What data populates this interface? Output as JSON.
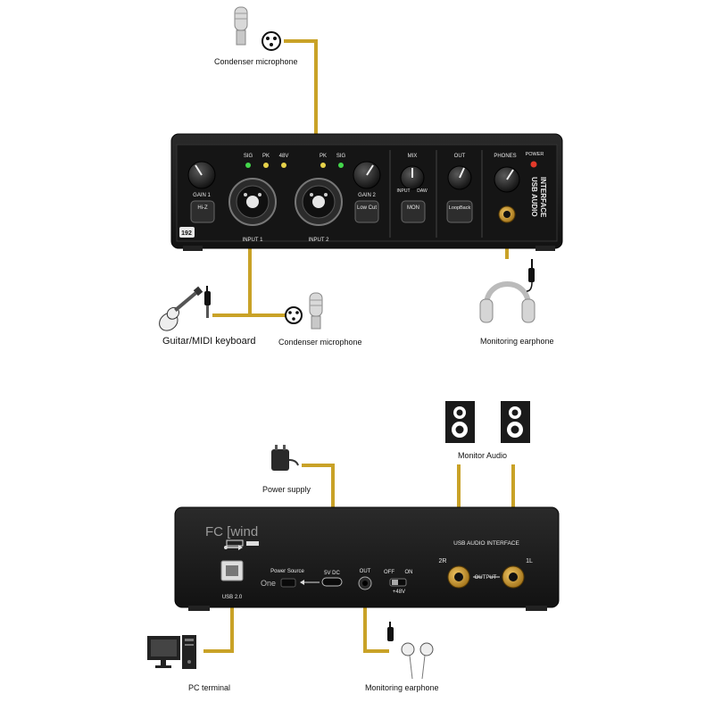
{
  "labels": {
    "condenser_mic_top": "Condenser microphone",
    "guitar_midi": "Guitar/MIDI keyboard",
    "condenser_mic_bottom": "Condenser microphone",
    "monitoring_earphone_top": "Monitoring earphone",
    "power_supply": "Power supply",
    "monitor_audio": "Monitor Audio",
    "pc_terminal": "PC terminal",
    "monitoring_earphone_bottom": "Monitoring earphone"
  },
  "front_panel": {
    "sig_1": "SIG",
    "pk_1": "PK",
    "phantom_1": "48V",
    "pk_2": "PK",
    "sig_2": "SIG",
    "gain_1": "GAIN 1",
    "gain_2": "GAIN 2",
    "hiz": "Hi-Z",
    "input_1": "INPUT 1",
    "input_2": "INPUT 2",
    "low_cut": "Low Cut",
    "mix": "MIX",
    "input_word": "INPUT",
    "daw_word": "DAW",
    "mon": "MON",
    "out": "OUT",
    "loopback": "LoopBack",
    "phones": "PHONES",
    "power": "POWER",
    "badge": "192",
    "side_text_1": "USB AUDIO",
    "side_text_2": "INTERFACE"
  },
  "back_panel": {
    "brand": "FC [wind",
    "usb_label": "USB 2.0",
    "power_source": "Power Source",
    "one": "One",
    "dc_label": "5V DC",
    "out_label": "OUT",
    "off": "OFF",
    "on": "ON",
    "phantom": "+48V",
    "title": "USB AUDIO INTERFACE",
    "two_r": "2R",
    "one_l": "1L",
    "output": "OUTPUT"
  },
  "colors": {
    "cable": "#c9a227",
    "panel": "#1c1c1c",
    "led_green": "#43d64b",
    "led_yellow": "#e6d24a",
    "led_red": "#e23a2a",
    "jack_gold": "#d8a53a"
  },
  "icons": [
    "microphone-icon",
    "xlr-connector-icon",
    "guitar-icon",
    "jack-plug-icon",
    "headphones-icon",
    "power-adapter-icon",
    "speaker-icon",
    "computer-icon",
    "earbuds-icon"
  ]
}
